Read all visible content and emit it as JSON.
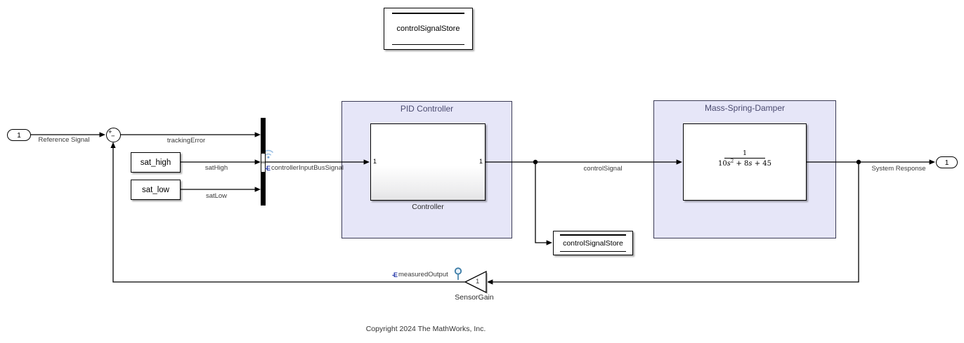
{
  "canvas": {
    "copyright": "Copyright 2024 The MathWorks, Inc."
  },
  "data_store_top": {
    "label": "controlSignalStore"
  },
  "inport": {
    "label": "1"
  },
  "outport": {
    "label": "1"
  },
  "sum": {
    "plus": "+",
    "minus": "−"
  },
  "constants": {
    "sat_high": "sat_high",
    "sat_low": "sat_low"
  },
  "signals": {
    "reference": "Reference Signal",
    "tracking_error": "trackingError",
    "sat_high": "satHigh",
    "sat_low": "satLow",
    "bus": "controllerInputBusSignal",
    "control": "controlSignal",
    "measured": "measuredOutput",
    "response": "System Response"
  },
  "badges": {
    "resolve": "-E"
  },
  "pid_area": {
    "title": "PID Controller",
    "controller_label": "Controller",
    "in_port": "1",
    "out_port": "1"
  },
  "msd_area": {
    "title": "Mass-Spring-Damper"
  },
  "plant": {
    "num": "1",
    "den_a": "10",
    "den_s1": "s",
    "den_sup": "2",
    "den_b": " + 8",
    "den_s2": "s",
    "den_c": " + 45"
  },
  "data_store_write": {
    "label": "controlSignalStore"
  },
  "gain": {
    "value": "1",
    "label": "SensorGain"
  },
  "colors": {
    "area_fill": "#e6e6f8",
    "area_border": "#3b3b55",
    "badge_blue": "#2336a8",
    "wireless_blue": "#9dc1e4",
    "testpoint_blue": "#3a7ba6"
  }
}
